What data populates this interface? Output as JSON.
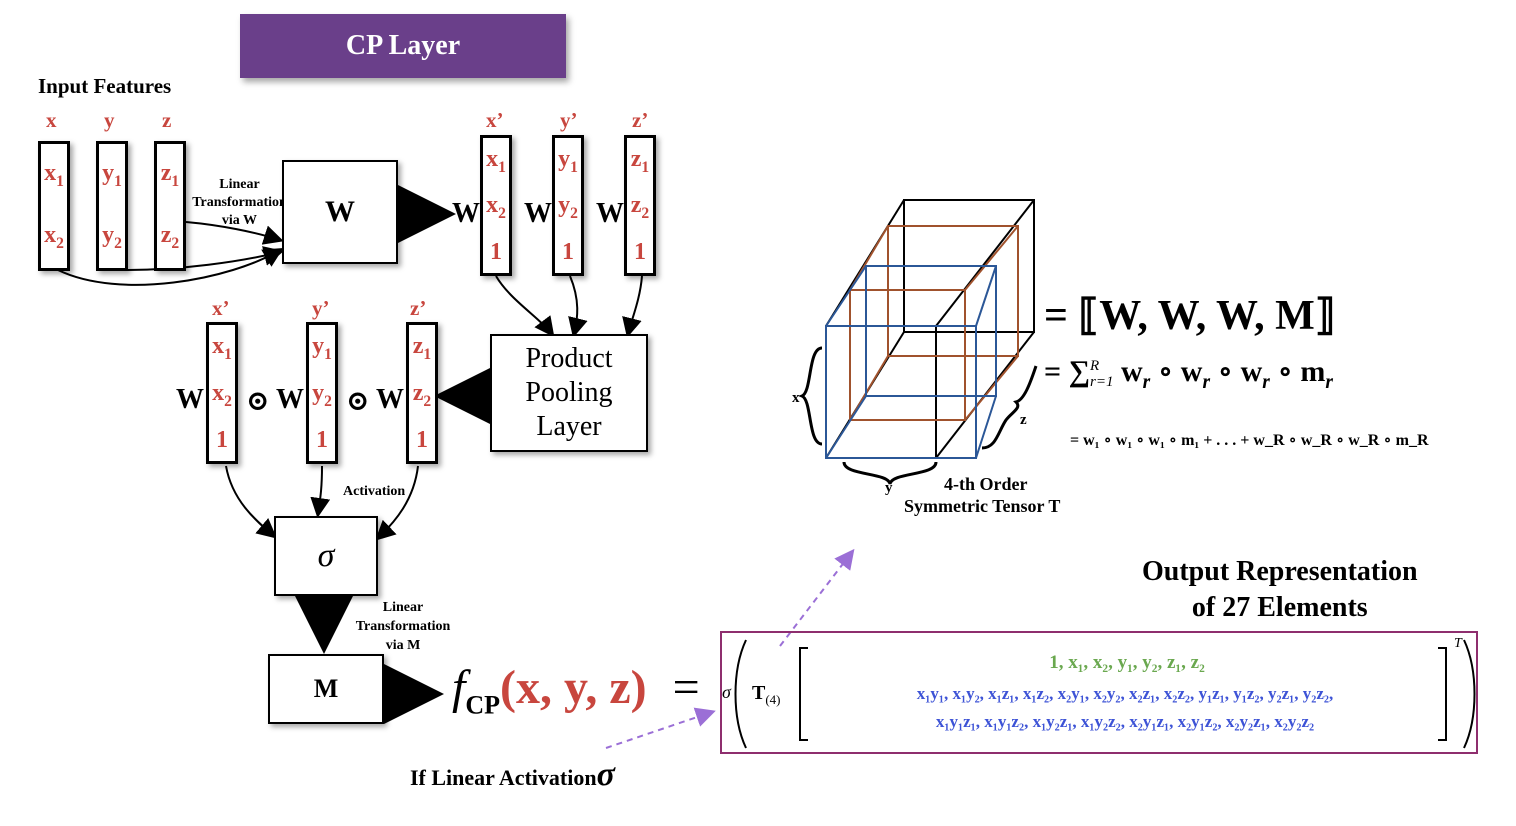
{
  "title": "CP Layer",
  "input_features_label": "Input Features",
  "input_vectors": [
    {
      "name": "x",
      "entries": [
        "x",
        "x"
      ],
      "subs": [
        "1",
        "2"
      ]
    },
    {
      "name": "y",
      "entries": [
        "y",
        "y"
      ],
      "subs": [
        "1",
        "2"
      ]
    },
    {
      "name": "z",
      "entries": [
        "z",
        "z"
      ],
      "subs": [
        "1",
        "2"
      ]
    }
  ],
  "linear_w_label": [
    "Linear",
    "Transformation",
    "via W"
  ],
  "w_box": "W",
  "transformed_vectors": [
    {
      "name": "x’",
      "entries": [
        "x",
        "x",
        "1"
      ],
      "subs": [
        "1",
        "2",
        ""
      ]
    },
    {
      "name": "y’",
      "entries": [
        "y",
        "y",
        "1"
      ],
      "subs": [
        "1",
        "2",
        ""
      ]
    },
    {
      "name": "z’",
      "entries": [
        "z",
        "z",
        "1"
      ],
      "subs": [
        "1",
        "2",
        ""
      ]
    }
  ],
  "w_prefix": "W",
  "product_pooling": "Product Pooling Layer",
  "odot": "⊙",
  "activation_label": "Activation",
  "sigma": "σ",
  "linear_m_label": [
    "Linear",
    "Transformation",
    "via M"
  ],
  "m_box": "M",
  "fcp": {
    "f": "f",
    "sub": "CP",
    "args": "(x, y, z)",
    "eq": "="
  },
  "if_linear": "If Linear Activation",
  "tensor": {
    "axis_x": "x",
    "axis_y": "y",
    "axis_z": "z",
    "caption_line1": "4-th Order",
    "caption_line2": "Symmetric Tensor T"
  },
  "equations": {
    "eq1": "= ⟦W, W, W, M⟧",
    "eq2_prefix": "= ∑",
    "eq2_sup": "R",
    "eq2_sub": "r=1",
    "eq2_body": "w",
    "eq3": "= w₁ ∘ w₁ ∘ w₁ ∘ m₁ + . . . + w_R ∘ w_R ∘ w_R ∘ m_R"
  },
  "output_title": [
    "Output Representation",
    "of 27 Elements"
  ],
  "output": {
    "sigma": "σ",
    "t": "T",
    "t_sub": "(4)",
    "sup_t": "T",
    "row1": "1, x₁, x₂, y₁, y₂, z₁, z₂",
    "row2": "x₁y₁, x₁y₂, x₁z₁, x₁z₂, x₂y₁, x₂y₂, x₂z₁, x₂z₂, y₁z₁, y₁z₂, y₂z₁, y₂z₂,",
    "row3": "x₁y₁z₁, x₁y₁z₂, x₁y₂z₁, x₁y₂z₂, x₂y₁z₁, x₂y₁z₂, x₂y₂z₁, x₂y₂z₂"
  },
  "colors": {
    "accent": "#6a3f8a",
    "red": "#c8463e",
    "green": "#6aa84f",
    "blue": "#3d53d6",
    "output_border": "#8e2e6e"
  }
}
